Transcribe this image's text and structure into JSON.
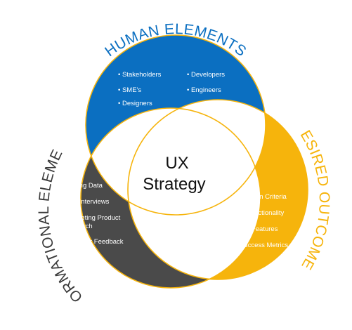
{
  "colors": {
    "human": "#0b6fc1",
    "informational": "#4a4a4a",
    "outcomes": "#f6b40c",
    "white": "#ffffff",
    "outline": "#f6b40c"
  },
  "titles": {
    "human": "HUMAN ELEMENTS",
    "informational": "INFORMATIONAL ELEMENTS",
    "outcomes": "DESIRED OUTCOMES"
  },
  "center": {
    "line1": "UX",
    "line2": "Strategy"
  },
  "human": {
    "left": [
      "Stakeholders",
      "SME's",
      "Designers"
    ],
    "right": [
      "Developers",
      "Engineers"
    ]
  },
  "informational": {
    "items": [
      "Existing Data",
      "User Interviews",
      "Competing Product",
      "Research",
      "Customer Feedback"
    ]
  },
  "outcomes": {
    "items": [
      "Design Criteria",
      "Functionality",
      "Features",
      "Success Metrics"
    ]
  }
}
